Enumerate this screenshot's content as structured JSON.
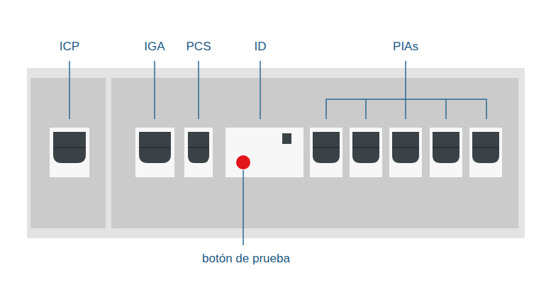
{
  "diagram": {
    "labels": [
      "ICP",
      "IGA",
      "PCS",
      "ID",
      "PIAs",
      "botón de prueba"
    ]
  }
}
